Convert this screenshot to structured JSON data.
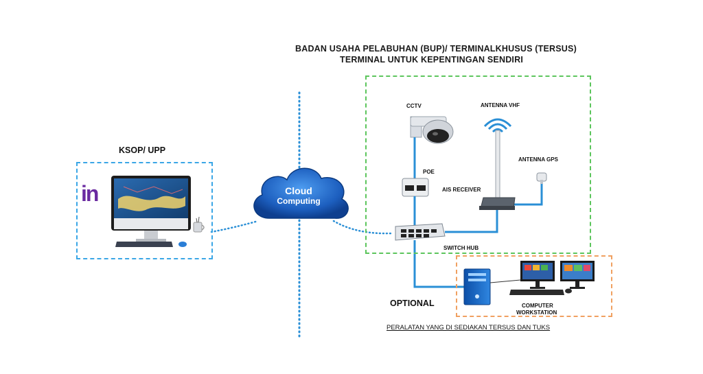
{
  "title": {
    "line1": "BADAN USAHA PELABUHAN (BUP)/ TERMINALKHUSUS (TERSUS)",
    "line2": "TERMINAL UNTUK KEPENTINGAN SENDIRI"
  },
  "left": {
    "label": "KSOP/ UPP",
    "logo_text": "in"
  },
  "cloud": {
    "line1": "Cloud",
    "line2": "Computing"
  },
  "devices": {
    "cctv": "CCTV",
    "antenna_vhf": "ANTENNA VHF",
    "antenna_gps": "ANTENNA GPS",
    "poe": "POE",
    "ais_receiver": "AIS RECEIVER",
    "switch_hub": "SWITCH HUB",
    "workstation_line1": "COMPUTER",
    "workstation_line2": "WORKSTATION"
  },
  "optional_label": "OPTIONAL",
  "footer_note": "PERALATAN YANG DI SEDIAKAN TERSUS DAN TUKS",
  "colors": {
    "cable": "#2a8fd6",
    "dotted_link": "#2a8fd6",
    "box_blue": "#3aa6e6",
    "box_green": "#5cc55c",
    "box_orange": "#f0a060",
    "cloud_fill": "#1d5fbf"
  },
  "icons": [
    "monitor-icon",
    "keyboard-icon",
    "mouse-icon",
    "mug-icon",
    "cloud-icon",
    "cctv-camera-icon",
    "wifi-antenna-icon",
    "gps-antenna-icon",
    "poe-injector-icon",
    "ais-receiver-icon",
    "switch-hub-icon",
    "pc-tower-icon"
  ]
}
